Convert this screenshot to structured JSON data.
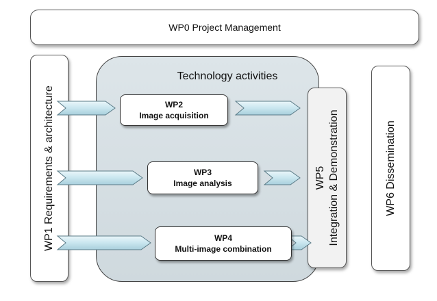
{
  "wp0": {
    "label": "WP0 Project Management"
  },
  "technology": {
    "title": "Technology activities"
  },
  "wp1": {
    "label": "WP1 Requirements & architecture"
  },
  "wp2": {
    "code": "WP2",
    "name": "Image acquisition"
  },
  "wp3": {
    "code": "WP3",
    "name": "Image analysis"
  },
  "wp4": {
    "code": "WP4",
    "name": "Multi-image combination"
  },
  "wp5": {
    "code": "WP5",
    "name": "Integration & Demonstration"
  },
  "wp6": {
    "label": "WP6 Dissemination"
  },
  "colors": {
    "tech_fill": "#d6dfe4",
    "arrow_fill": "#cfe8f0",
    "arrow_stroke": "#5a7a86"
  }
}
